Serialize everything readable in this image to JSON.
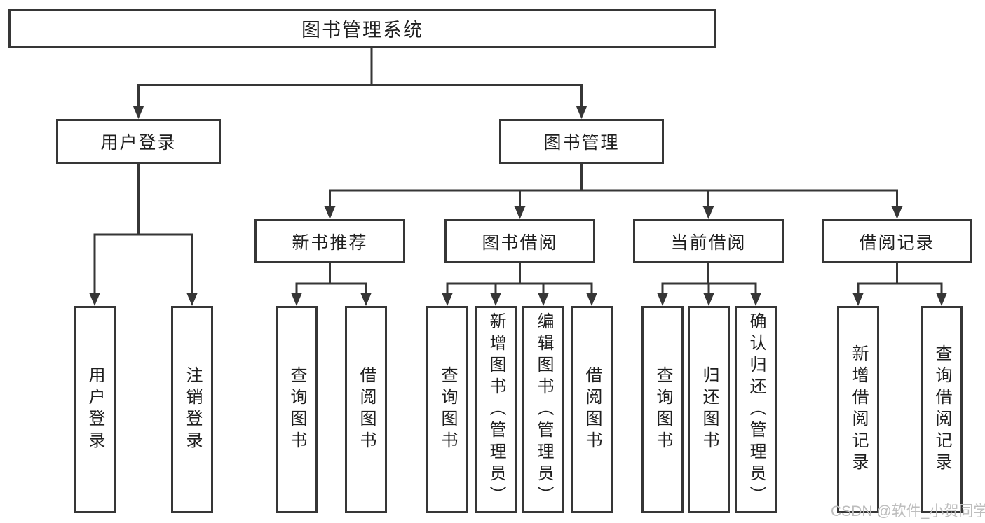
{
  "diagram": {
    "title": "图书管理系统",
    "level2": [
      {
        "label": "用户登录"
      },
      {
        "label": "图书管理"
      }
    ],
    "level3": [
      {
        "label": "新书推荐"
      },
      {
        "label": "图书借阅"
      },
      {
        "label": "当前借阅"
      },
      {
        "label": "借阅记录"
      }
    ],
    "leaves": {
      "user_login": [
        "用户登录",
        "注销登录"
      ],
      "new_book_rec": [
        "查询图书",
        "借阅图书"
      ],
      "book_borrow": [
        "查询图书",
        "新增图书（管理员）",
        "编辑图书（管理员）",
        "借阅图书"
      ],
      "current_borrow": [
        "查询图书",
        "归还图书",
        "确认归还（管理员）"
      ],
      "borrow_records": [
        "新增借阅记录",
        "查询借阅记录"
      ]
    }
  },
  "watermark": "CSDN @软件_小贺同学",
  "colors": {
    "line": "#363636",
    "text": "#1f1f1f",
    "watermark": "#bdbdbd",
    "background": "#ffffff"
  }
}
